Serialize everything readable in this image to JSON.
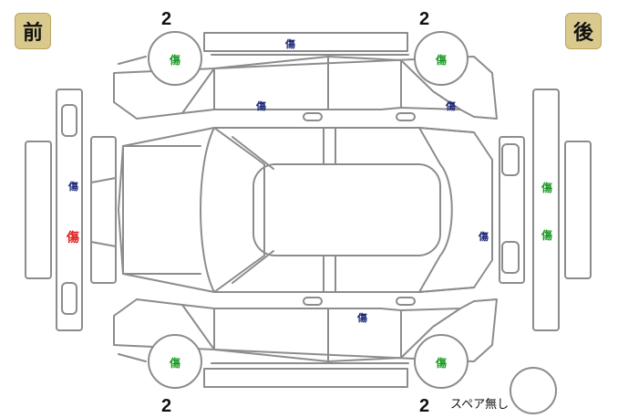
{
  "labels": {
    "front": "前",
    "rear": "後",
    "spare": "スペア無し"
  },
  "tire_depth": {
    "front_left": "2",
    "rear_left": "2",
    "front_right": "2",
    "rear_right": "2"
  },
  "marks": {
    "front_left_wheel": "傷",
    "rear_left_wheel": "傷",
    "front_right_wheel": "傷",
    "rear_right_wheel": "傷",
    "left_side_sill": "傷",
    "left_front_door": "傷",
    "left_rear_door": "傷",
    "right_rear_door": "傷",
    "front_bumper_upper": "傷",
    "front_bumper_lower": "傷",
    "rear_bumper_upper": "傷",
    "rear_bumper_lower": "傷",
    "tailgate": "傷"
  },
  "colors": {
    "green": "#1e9b27",
    "navy": "#1e2a78",
    "red": "#e02020",
    "tag_bg": "#d9c98d",
    "line": "#8c8c8c"
  }
}
